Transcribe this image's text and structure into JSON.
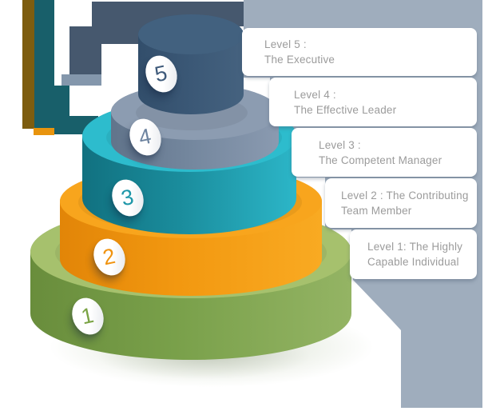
{
  "diagram": {
    "levels": [
      {
        "num": "5",
        "line1": "Level 5 :",
        "line2": "The Executive",
        "body_color": "#3a5775",
        "top_color": "#42617f",
        "badge_color": "#3e5a7a"
      },
      {
        "num": "4",
        "line1": "Level 4 :",
        "line2": "The Effective Leader",
        "body_color": "#74879e",
        "top_color": "#8c9cb1",
        "badge_color": "#6e84a0"
      },
      {
        "num": "3",
        "line1": "Level 3 :",
        "line2": "The Competent Manager",
        "body_color": "#1a8b9b",
        "top_color": "#2dbccd",
        "badge_color": "#1f97a9"
      },
      {
        "num": "2",
        "line1": "Level 2 : The Contributing",
        "line2": "Team Member",
        "body_color": "#f2970f",
        "top_color": "#f8a51d",
        "badge_color": "#f0930f"
      },
      {
        "num": "1",
        "line1": "Level 1: The Highly",
        "line2": "Capable Individual",
        "body_color": "#789f49",
        "top_color": "#a6c16d",
        "badge_color": "#7aa344"
      }
    ]
  },
  "colors": {
    "background": "#ffffff",
    "panel": "#9fadbd",
    "card_bg": "#ffffff",
    "card_text": "#9b9b9b",
    "decor_olive": "#7d5d0f",
    "decor_teal": "#185f6a",
    "decor_slate": "#46586e",
    "decor_slate_light": "#8497ac",
    "decor_pale": "#d9ddd8",
    "decor_orange": "#e8940e"
  }
}
